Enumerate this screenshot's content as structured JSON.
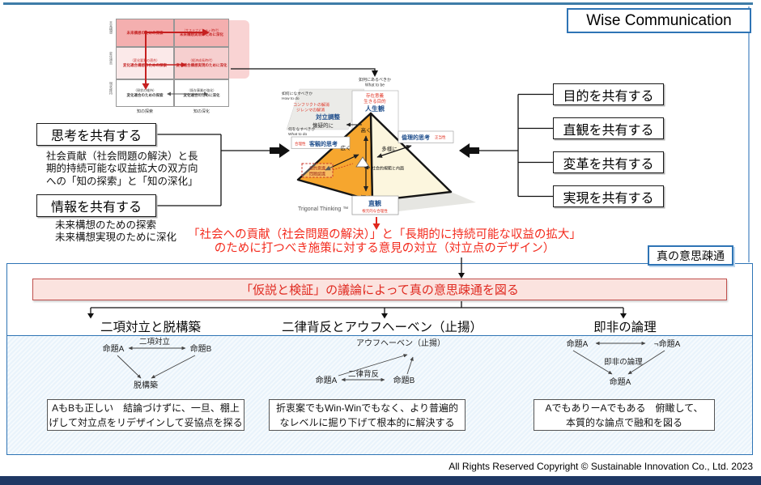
{
  "header": {
    "title": "Wise Communication"
  },
  "colors": {
    "accent_blue": "#2E74B5",
    "red": "#F32B1E",
    "pink_banner_bg": "#FBE3DF",
    "matrix_pink": "#F4AFAF",
    "pyramid_orange": "#F6A62E",
    "navy_bar": "#1F3864"
  },
  "matrix": {
    "row_labels": [
      "未来構想",
      "変化適合",
      "現状維持"
    ],
    "col_labels": [
      "知の探索",
      "知の深化"
    ],
    "cells": [
      {
        "l1": "",
        "l2": "未来構想のための探索"
      },
      {
        "l1": "（サステナビリティ時代）",
        "l2": "未来構想実現のために深化"
      },
      {
        "l1": "（変化要素の適合）",
        "l2": "変化適合構想のための探索"
      },
      {
        "l1": "（経済成長時代）",
        "l2": "変化適合構想実現のために深化"
      },
      {
        "l1": "（現状の維持）",
        "l2": "変化適合のための探索"
      },
      {
        "l1": "（既存事業の強化）",
        "l2": "変化適合のために深化"
      }
    ]
  },
  "left_panel": {
    "share_thinking": "思考を共有する",
    "thinking_desc": [
      "社会貢献（社会問題の解決）と長",
      "期的持続可能な収益拡大の双方向",
      "への「知の探索」と「知の深化」"
    ],
    "share_info": "情報を共有する",
    "info_desc": [
      "未来構想のための探索",
      "未来構想実現のために深化"
    ]
  },
  "right_panel": {
    "boxes": [
      "目的を共有する",
      "直観を共有する",
      "変革を共有する",
      "実現を共有する"
    ]
  },
  "triangle": {
    "what_to_be_jp": "如何にあるべきか",
    "what_to_be_en": "What to be",
    "exist1": "存在意義",
    "exist2": "生きる目的",
    "jinseikan": "人生観",
    "how_to_do_jp": "如何になすべきか",
    "how_to_do_en": "How to do",
    "conflict1": "コンフリクトの解消",
    "conflict2": "ジレンマの解消",
    "adjust": "対立調整",
    "skeptic": "懐疑的に",
    "what_to_do_jp": "何をなすべきか",
    "what_to_do_en": "What to do",
    "rational": "合理性",
    "objective": "客観的思考",
    "ethical": "倫理的思考",
    "legitimacy": "正当性",
    "high": "高く",
    "wide": "広く",
    "diverse": "多様に",
    "deep": "深く",
    "dashed1": "目的意識",
    "dashed2": "問題認識",
    "social": "社会的規範と内面",
    "intuition": "直観",
    "intuition_sub": "根元的な合理性",
    "tm": "Trigonal Thinking ™"
  },
  "conflict_note": {
    "line1": "「社会への貢献（社会問題の解決）」と「長期的に持続可能な収益の拡大」",
    "line2": "のために打つべき施策に対する意見の対立（対立点のデザイン）"
  },
  "true_comm": {
    "label": "真の意思疎通",
    "banner": "「仮説と検証」の議論によって真の意思疎通を図る"
  },
  "sections": [
    {
      "header": "二項対立と脱構築",
      "a": "命題A",
      "b": "命題B",
      "rel": "二項対立",
      "result": "脱構築",
      "note1": "AもBも正しい　結論づけずに、一旦、棚上",
      "note2": "げして対立点をリデザインして妥協点を探る"
    },
    {
      "header": "二律背反とアウフヘーベン（止揚）",
      "a": "命題A",
      "b": "命題B",
      "rel": "二律背反",
      "result": "アウフヘーベン（止揚）",
      "note1": "折衷案でもWin-Winでもなく、より普遍的",
      "note2": "なレベルに掘り下げて根本的に解決する"
    },
    {
      "header": "即非の論理",
      "a": "命題A",
      "b": "¬命題A",
      "rel": "即非の論理",
      "result": "命題A",
      "note1": "AでもありーAでもある　俯瞰して、",
      "note2": "本質的な論点で融和を図る"
    }
  ],
  "footer": {
    "copyright": "All Rights Reserved Copyright © Sustainable Innovation Co., Ltd. 2023"
  }
}
